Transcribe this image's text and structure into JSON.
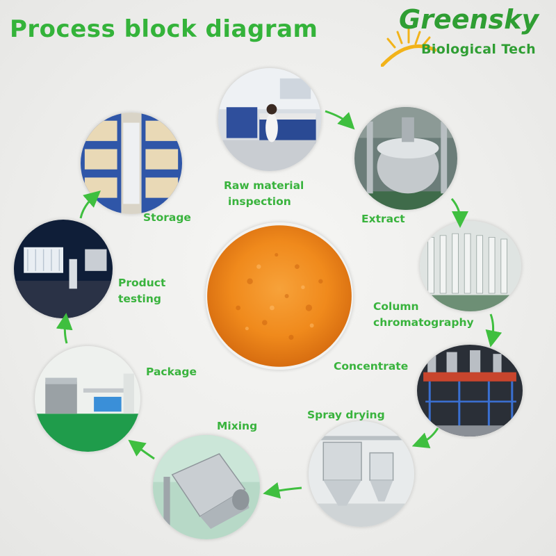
{
  "title": "Process block diagram",
  "logo": {
    "brand": "Greensky",
    "subtitle": "Biological Tech"
  },
  "steps": [
    {
      "name": "Raw material inspection",
      "line1": "Raw material",
      "line2": "inspection"
    },
    {
      "name": "Extract",
      "line1": "Extract"
    },
    {
      "name": "Column chromatography",
      "line1": "Column",
      "line2": "chromatography"
    },
    {
      "name": "Concentrate",
      "line1": "Concentrate"
    },
    {
      "name": "Spray drying",
      "line1": "Spray drying"
    },
    {
      "name": "Mixing",
      "line1": "Mixing"
    },
    {
      "name": "Package",
      "line1": "Package"
    },
    {
      "name": "Product testing",
      "line1": "Product",
      "line2": "testing"
    },
    {
      "name": "Storage",
      "line1": "Storage"
    }
  ],
  "colors": {
    "accent": "#39b33d",
    "arrow": "#3fbf3f",
    "product": "#f08a1c"
  }
}
